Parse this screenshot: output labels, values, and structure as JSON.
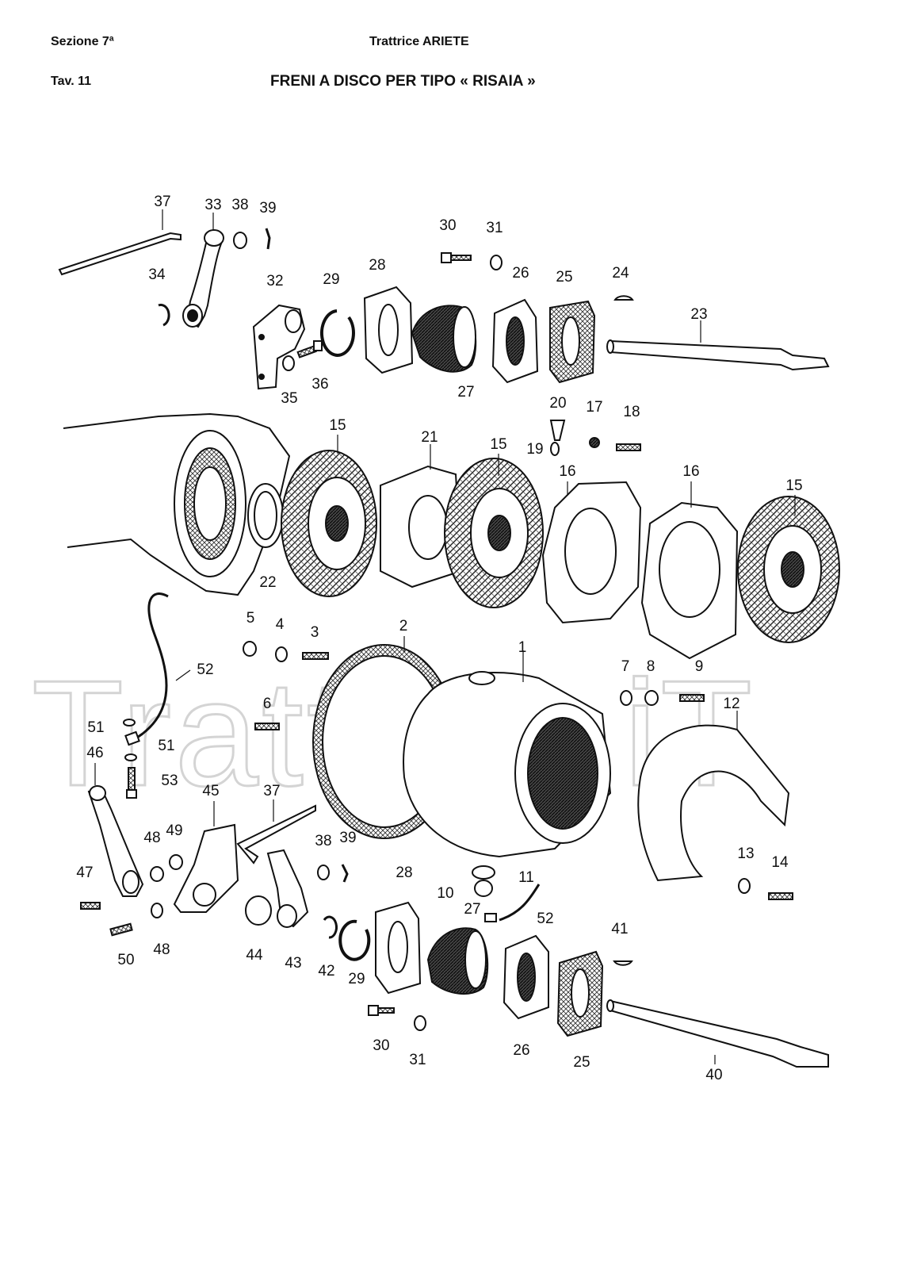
{
  "header": {
    "section": "Sezione 7ª",
    "product": "Trattrice ARIETE",
    "table": "Tav. 11",
    "title": "FRENI A DISCO PER TIPO « RISAIA »"
  },
  "watermark": "Trattore.iT",
  "callouts": [
    {
      "key": "c37a",
      "label": "37"
    },
    {
      "key": "c33a",
      "label": "33"
    },
    {
      "key": "c38a",
      "label": "38"
    },
    {
      "key": "c39a",
      "label": "39"
    },
    {
      "key": "c30a",
      "label": "30"
    },
    {
      "key": "c31a",
      "label": "31"
    },
    {
      "key": "c34",
      "label": "34"
    },
    {
      "key": "c32",
      "label": "32"
    },
    {
      "key": "c29a",
      "label": "29"
    },
    {
      "key": "c28a",
      "label": "28"
    },
    {
      "key": "c26a",
      "label": "26"
    },
    {
      "key": "c25a",
      "label": "25"
    },
    {
      "key": "c24",
      "label": "24"
    },
    {
      "key": "c23",
      "label": "23"
    },
    {
      "key": "c36",
      "label": "36"
    },
    {
      "key": "c35",
      "label": "35"
    },
    {
      "key": "c27a",
      "label": "27"
    },
    {
      "key": "c20",
      "label": "20"
    },
    {
      "key": "c17",
      "label": "17"
    },
    {
      "key": "c18",
      "label": "18"
    },
    {
      "key": "c19",
      "label": "19"
    },
    {
      "key": "c15a",
      "label": "15"
    },
    {
      "key": "c21",
      "label": "21"
    },
    {
      "key": "c15b",
      "label": "15"
    },
    {
      "key": "c16a",
      "label": "16"
    },
    {
      "key": "c16b",
      "label": "16"
    },
    {
      "key": "c15c",
      "label": "15"
    },
    {
      "key": "c22",
      "label": "22"
    },
    {
      "key": "c5",
      "label": "5"
    },
    {
      "key": "c4",
      "label": "4"
    },
    {
      "key": "c3",
      "label": "3"
    },
    {
      "key": "c2",
      "label": "2"
    },
    {
      "key": "c1",
      "label": "1"
    },
    {
      "key": "c52a",
      "label": "52"
    },
    {
      "key": "c7",
      "label": "7"
    },
    {
      "key": "c8",
      "label": "8"
    },
    {
      "key": "c9",
      "label": "9"
    },
    {
      "key": "c6",
      "label": "6"
    },
    {
      "key": "c12",
      "label": "12"
    },
    {
      "key": "c51a",
      "label": "51"
    },
    {
      "key": "c51b",
      "label": "51"
    },
    {
      "key": "c46",
      "label": "46"
    },
    {
      "key": "c53",
      "label": "53"
    },
    {
      "key": "c45",
      "label": "45"
    },
    {
      "key": "c37b",
      "label": "37"
    },
    {
      "key": "c48a",
      "label": "48"
    },
    {
      "key": "c49",
      "label": "49"
    },
    {
      "key": "c38b",
      "label": "38"
    },
    {
      "key": "c39b",
      "label": "39"
    },
    {
      "key": "c47",
      "label": "47"
    },
    {
      "key": "c11",
      "label": "11"
    },
    {
      "key": "c10",
      "label": "10"
    },
    {
      "key": "c28b",
      "label": "28"
    },
    {
      "key": "c13",
      "label": "13"
    },
    {
      "key": "c14",
      "label": "14"
    },
    {
      "key": "c27b",
      "label": "27"
    },
    {
      "key": "c52b",
      "label": "52"
    },
    {
      "key": "c50",
      "label": "50"
    },
    {
      "key": "c48b",
      "label": "48"
    },
    {
      "key": "c44",
      "label": "44"
    },
    {
      "key": "c43",
      "label": "43"
    },
    {
      "key": "c42",
      "label": "42"
    },
    {
      "key": "c29b",
      "label": "29"
    },
    {
      "key": "c41",
      "label": "41"
    },
    {
      "key": "c30b",
      "label": "30"
    },
    {
      "key": "c31b",
      "label": "31"
    },
    {
      "key": "c26b",
      "label": "26"
    },
    {
      "key": "c25b",
      "label": "25"
    },
    {
      "key": "c40",
      "label": "40"
    }
  ]
}
